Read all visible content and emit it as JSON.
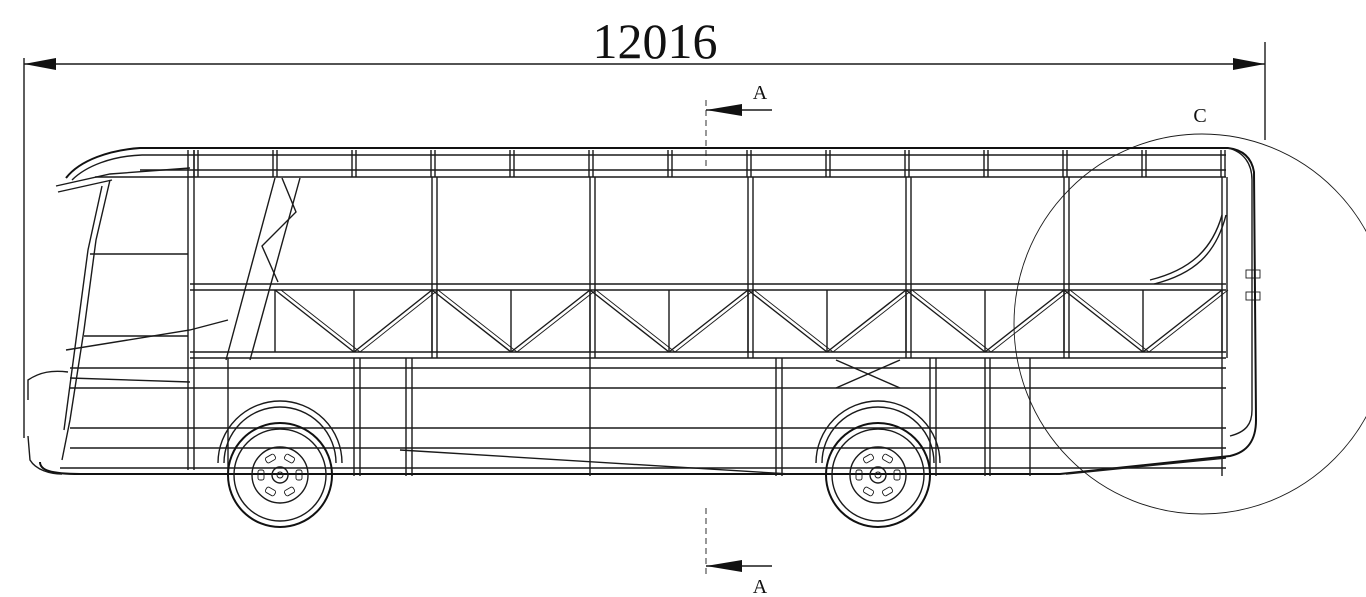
{
  "dimension": {
    "length_value": "12016"
  },
  "section_marks": {
    "top_label": "A",
    "bottom_label": "A"
  },
  "detail_mark": {
    "label": "C"
  }
}
